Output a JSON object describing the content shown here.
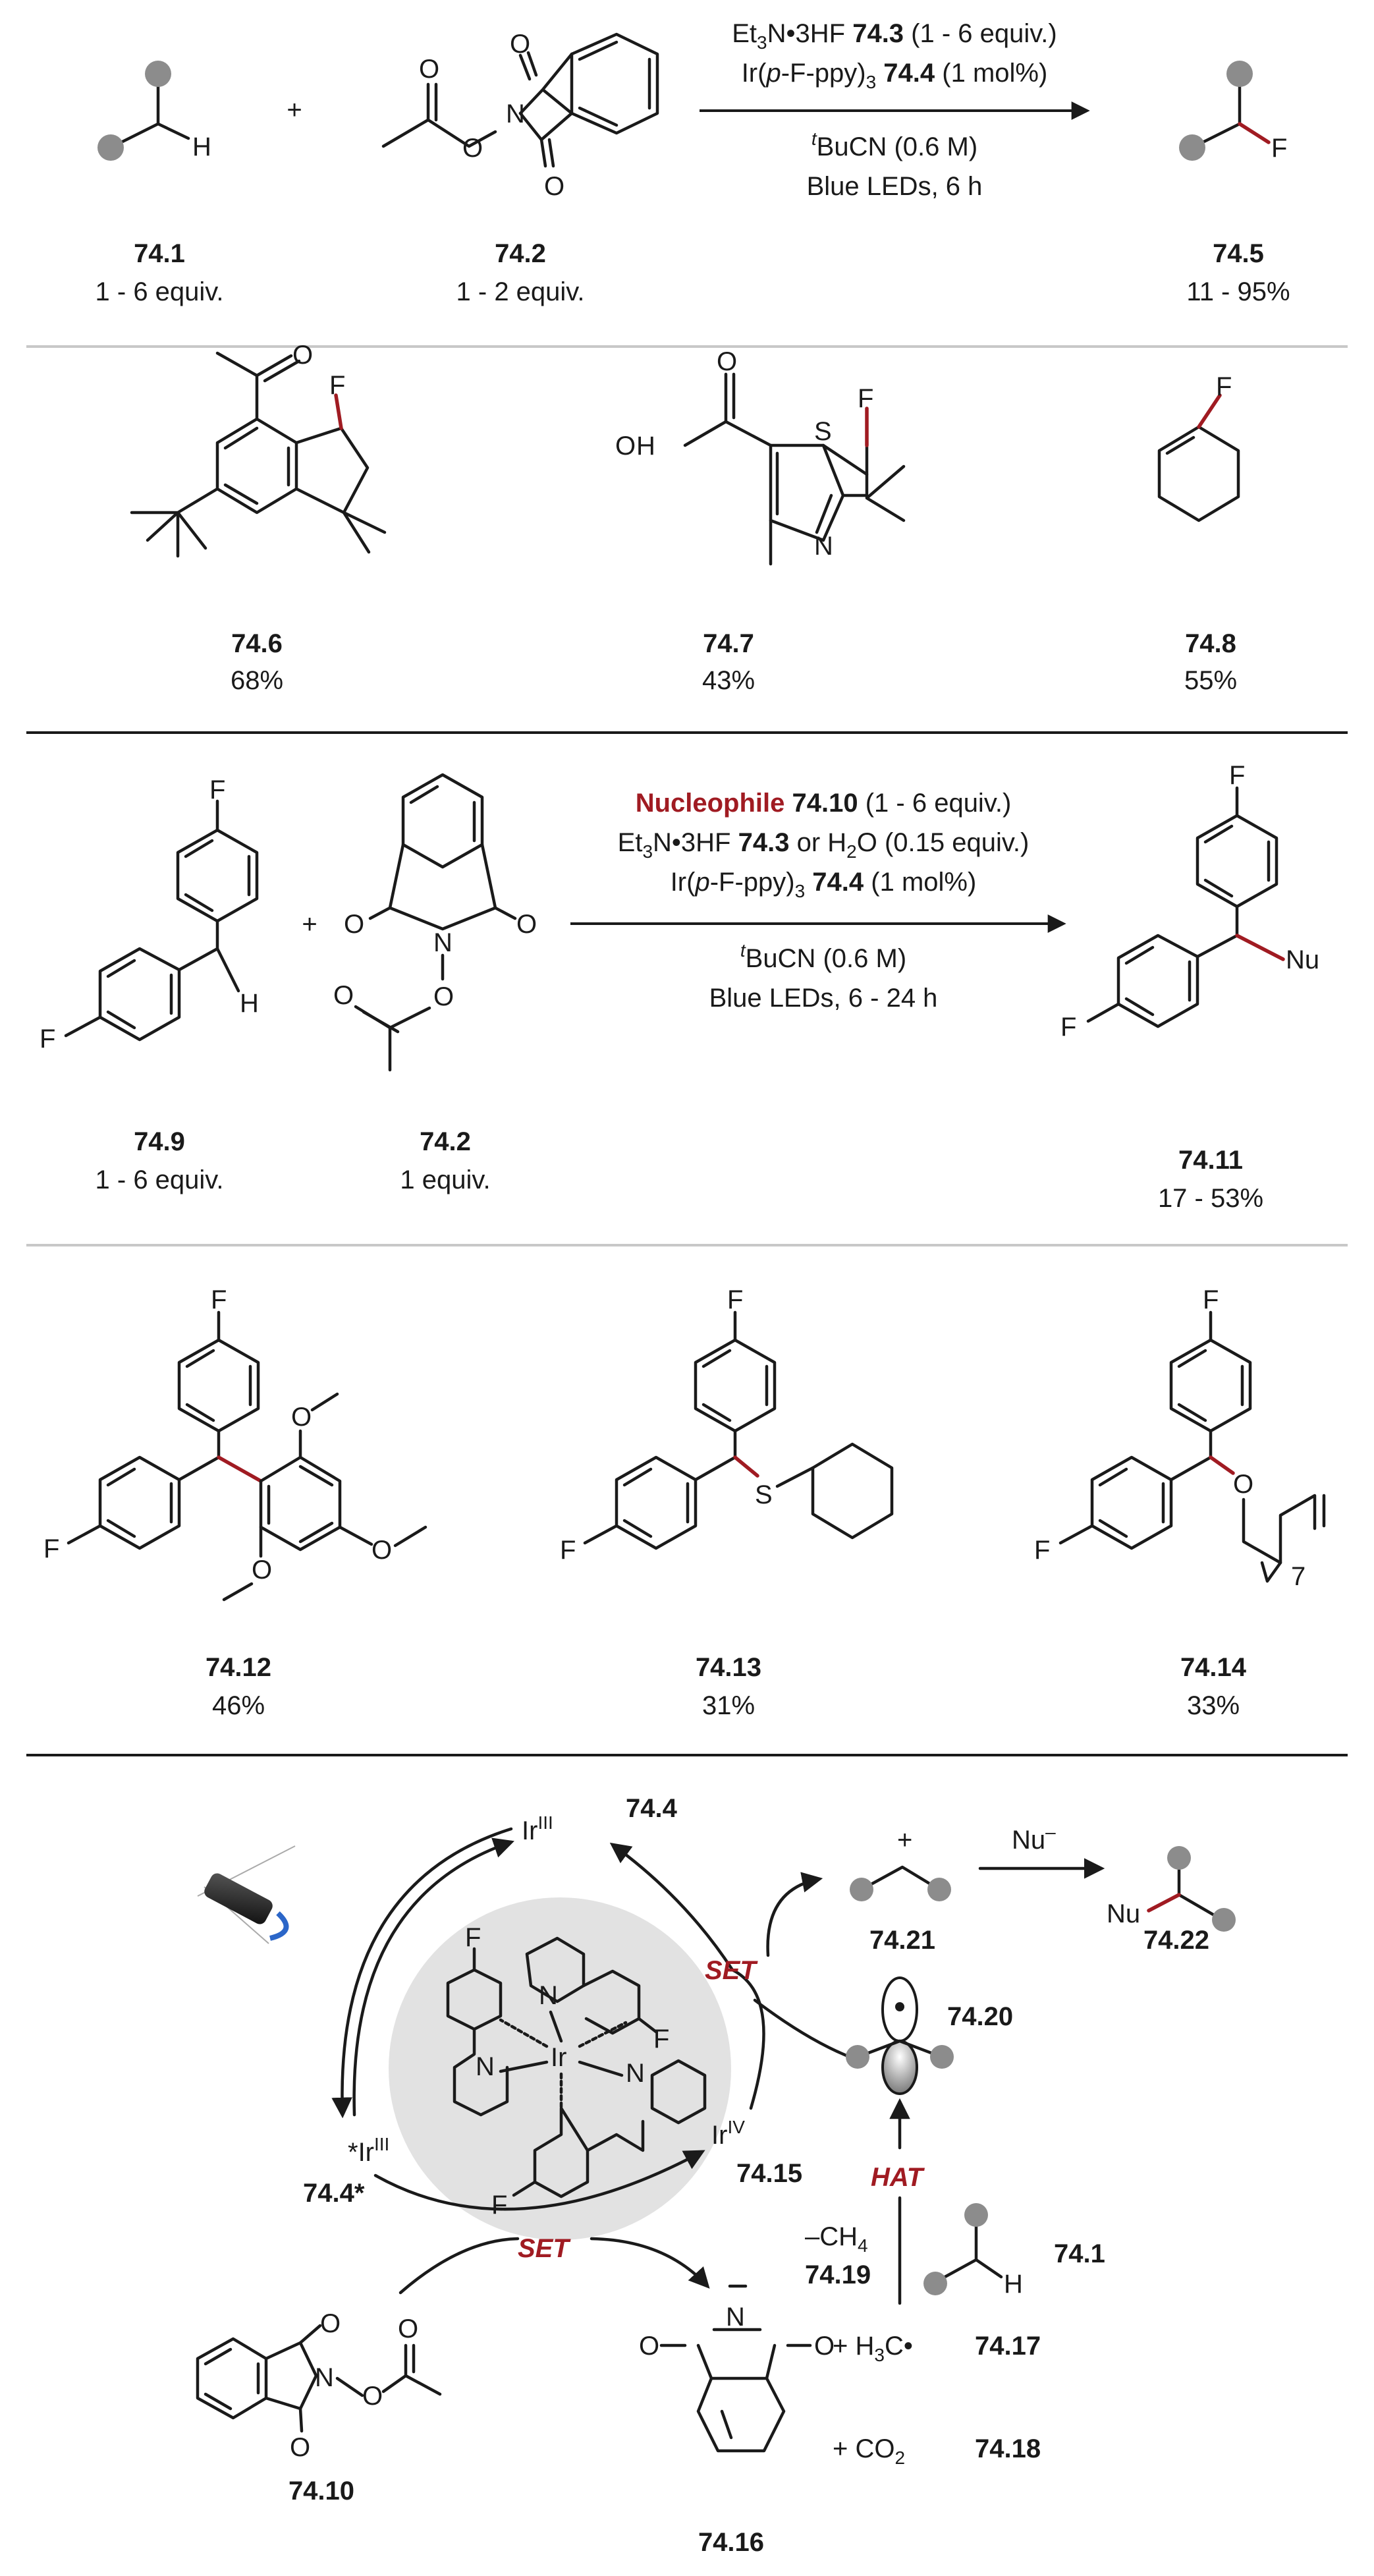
{
  "section1": {
    "cond": [
      "Et",
      "3",
      "N•3HF ",
      "74.3",
      " (1 - 6 equiv.)",
      "Ir(",
      "p",
      "-F-ppy)",
      "3",
      " ",
      "74.4",
      " (1 mol%)",
      "t",
      "BuCN (0.6 M)",
      "Blue LEDs, 6 h"
    ],
    "cmpds": [
      {
        "id": "74.1",
        "sub": "1 - 6 equiv."
      },
      {
        "id": "74.2",
        "sub": "1 - 2 equiv."
      },
      {
        "id": "74.5",
        "sub": "11 - 95%"
      }
    ],
    "plus": "+"
  },
  "section2": [
    {
      "id": "74.6",
      "yield": "68%"
    },
    {
      "id": "74.7",
      "yield": "43%"
    },
    {
      "id": "74.8",
      "yield": "55%"
    }
  ],
  "section3": {
    "cond": [
      "Nucleophile",
      " 74.10",
      " (1 - 6 equiv.)",
      "Et",
      "3",
      "N•3HF ",
      "74.3",
      " or H",
      "2",
      "O (0.15 equiv.)",
      "Ir(",
      "p",
      "-F-ppy)",
      "3",
      " ",
      "74.4",
      " (1 mol%)",
      "t",
      "BuCN (0.6 M)",
      "Blue LEDs, 6 - 24 h"
    ],
    "cmpds": [
      {
        "id": "74.9",
        "sub": "1 - 6 equiv."
      },
      {
        "id": "74.2",
        "sub": "1 equiv."
      },
      {
        "id": "74.11",
        "sub": "17 - 53%"
      }
    ],
    "plus": "+"
  },
  "section4": [
    {
      "id": "74.12",
      "yield": "46%"
    },
    {
      "id": "74.13",
      "yield": "31%"
    },
    {
      "id": "74.14",
      "yield": "33%"
    }
  ],
  "atoms": {
    "F": "F",
    "H": "H",
    "O": "O",
    "N": "N",
    "S": "S",
    "Nu": "Nu",
    "Ir": "Ir",
    "Nu_minus": "Nu",
    "seven": "7"
  },
  "cycle": {
    "irIII": "Ir",
    "irIII_sup": "III",
    "irIII_label": "74.4",
    "irIII_star": "*Ir",
    "irIII_star_label": "74.4*",
    "irIV": "Ir",
    "irIV_sup": "IV",
    "irIV_label": "74.15",
    "set_top": "SET",
    "set_bottom": "SET",
    "hat": "HAT",
    "cation_label": "74.21",
    "product_label": "74.22",
    "nu_minus": "Nu",
    "radical_label": "74.20",
    "ch4": "–CH",
    "ch4_sub": "4",
    "ch4_label": "74.19",
    "substrate_label": "74.1",
    "reagent_label": "74.10",
    "phth_label": "74.16",
    "byproduct1": "+  H",
    "byproduct1_sub": "3",
    "byproduct1_tail": "C•",
    "byproduct1_label": "74.17",
    "byproduct2": "+  CO",
    "byproduct2_sub": "2",
    "byproduct2_label": "74.18"
  },
  "colors": {
    "accent": "#a01b22",
    "divider": "#c8c8c8",
    "ink": "#1a1a1a",
    "atom_dot": "#8c8c8c",
    "catalyst_bg": "#e2e2e2"
  }
}
